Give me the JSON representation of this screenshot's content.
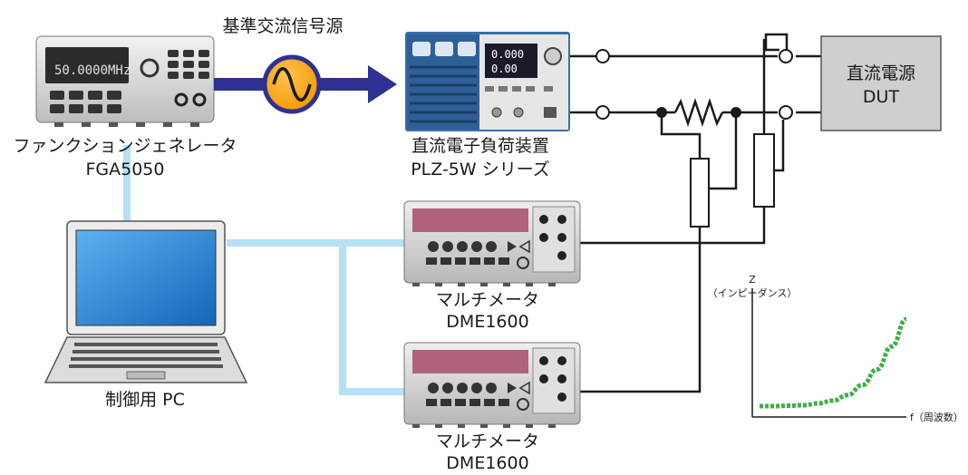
{
  "labels": {
    "ac_source": "基準交流信号源",
    "fg_name": "ファンクションジェネレータ",
    "fg_model": "FGA5050",
    "load_name": "直流電子負荷装置",
    "load_model": "PLZ-5W シリーズ",
    "dut_line1": "直流電源",
    "dut_line2": "DUT",
    "pc": "制御用 PC",
    "mm1_name": "マルチメータ",
    "mm1_model": "DME1600",
    "mm2_name": "マルチメータ",
    "mm2_model": "DME1600",
    "graph_z": "Z",
    "graph_z_sub": "（インピーダンス）",
    "graph_f": "f（周波数）"
  },
  "fg_display": "50.0000MHz",
  "load_display": [
    "0.000",
    "0.00"
  ],
  "colors": {
    "cable": "#b6e0f5",
    "arrow": "#2e3192",
    "sine_fill": "#f39800",
    "dut_fill": "#cfcfcf",
    "curve": "#3fae49",
    "meter_panel": "#b0617e"
  },
  "chart_data": {
    "type": "line",
    "xlabel": "f（周波数）",
    "ylabel": "Z（インピーダンス）",
    "grid": false,
    "series": [
      {
        "x": [
          0,
          1,
          2,
          3,
          4,
          5,
          6,
          7,
          8,
          9,
          10
        ],
        "y": [
          1.0,
          1.0,
          1.05,
          1.1,
          1.3,
          1.6,
          2.2,
          3.3,
          5.0,
          7.5,
          10.5
        ]
      }
    ]
  }
}
